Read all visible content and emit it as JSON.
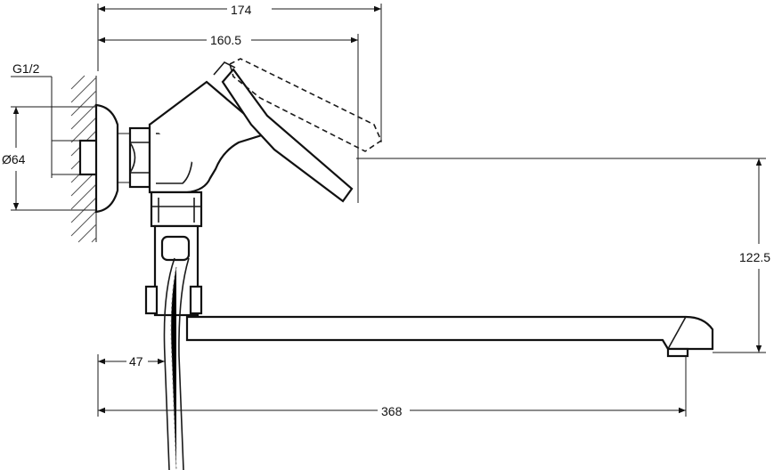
{
  "drawing": {
    "dimensions": {
      "overall_lever_width": "174",
      "lever_reach": "160.5",
      "thread_size": "G1/2",
      "flange_diameter": "Ø64",
      "spout_height": "122.5",
      "hose_offset": "47",
      "spout_length": "368"
    }
  }
}
